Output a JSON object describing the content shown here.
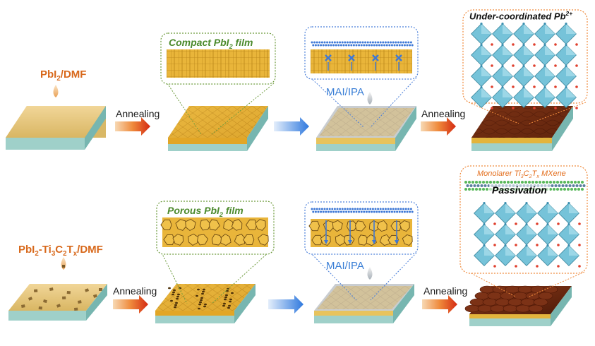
{
  "top_row": {
    "precursor": {
      "main": "PbI",
      "sub": "2",
      "rest": "/DMF"
    },
    "step1": "Annealing",
    "zoom_film": {
      "pre": "Compact PbI",
      "sub": "2",
      "post": " film"
    },
    "solvent": "MAI/IPA",
    "step2": "Annealing",
    "zoom_crystal": {
      "pre": "Under-coordinated Pb",
      "sup": "2+"
    }
  },
  "bottom_row": {
    "precursor": {
      "p1": "PbI",
      "s1": "2",
      "p2": "-Ti",
      "s2": "3",
      "p3": "C",
      "s3": "2",
      "p4": "T",
      "s4": "x",
      "p5": "/DMF"
    },
    "step1": "Annealing",
    "zoom_film": {
      "pre": "Porous PbI",
      "sub": "2",
      "post": " film"
    },
    "solvent": "MAI/IPA",
    "step2": "Annealing",
    "mxene": {
      "p1": "Monolarer Ti",
      "s1": "3",
      "p2": "C",
      "s2": "2",
      "p3": "T",
      "s3": "x",
      "p4": " MXene"
    },
    "passivation": "Passivation"
  },
  "colors": {
    "film_yellow": "#e2b33c",
    "substrate_teal": "#8fc9c4",
    "perovskite_brown": "#6b2a12",
    "arrow_red": "#e8541c",
    "arrow_blue": "#3f86df",
    "dotted_green": "#6c9a3b",
    "dotted_blue": "#4a7fd9",
    "dotted_orange": "#ef8a3c",
    "octahedra_cyan": "#6fc0d8"
  }
}
